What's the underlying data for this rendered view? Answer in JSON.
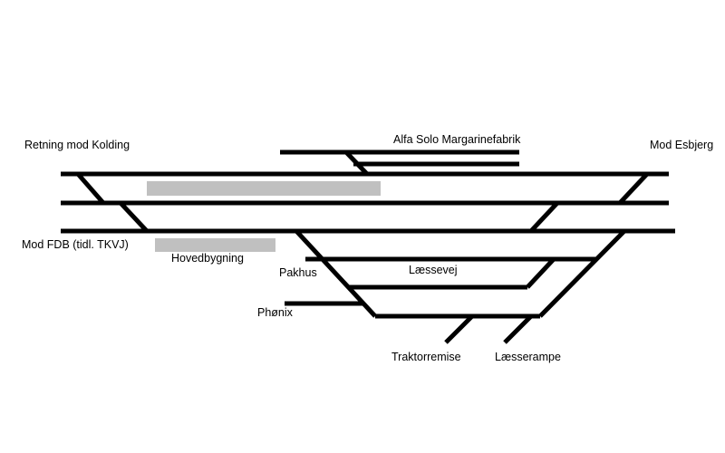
{
  "labels": {
    "kolding": "Retning mod Kolding",
    "fdb": "Mod FDB (tidl. TKVJ)",
    "hovedbygning": "Hovedbygning",
    "alfa_solo": "Alfa Solo Margarinefabrik",
    "esbjerg": "Mod Esbjerg",
    "pakhus": "Pakhus",
    "laessevej": "Læssevej",
    "phonix": "Phønix",
    "traktorremise": "Traktorremise",
    "laesserampe": "Læsserampe"
  },
  "colors": {
    "track": "#000000",
    "platform": "#c0c0c0",
    "background": "#ffffff"
  }
}
